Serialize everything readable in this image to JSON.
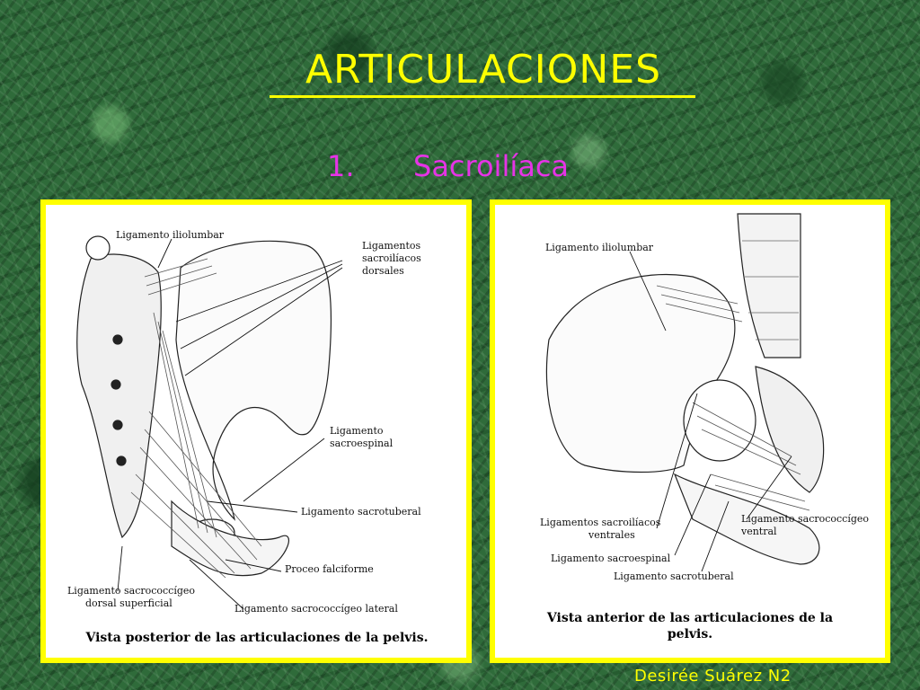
{
  "slide": {
    "title": "ARTICULACIONES",
    "subtitle_number": "1.",
    "subtitle_text": "Sacroilíaca",
    "author": "Desirée Suárez N2"
  },
  "left_figure": {
    "labels": {
      "iliolumbar": "Ligamento iliolumbar",
      "sacroiliacos_dorsales_1": "Ligamentos",
      "sacroiliacos_dorsales_2": "sacroilíacos",
      "sacroiliacos_dorsales_3": "dorsales",
      "sacroespinal_1": "Ligamento",
      "sacroespinal_2": "sacroespinal",
      "sacrotuberal": "Ligamento sacrotuberal",
      "falciforme": "Proceo falciforme",
      "sacrococcigeo_dorsal_1": "Ligamento sacrococcígeo",
      "sacrococcigeo_dorsal_2": "dorsal superficial",
      "sacrococcigeo_lateral": "Ligamento sacrococcígeo lateral"
    },
    "caption": "Vista posterior de las articulaciones de la pelvis."
  },
  "right_figure": {
    "labels": {
      "iliolumbar": "Ligamento iliolumbar",
      "sacroiliacos_ventrales_1": "Ligamentos sacroilíacos",
      "sacroiliacos_ventrales_2": "ventrales",
      "sacroespinal": "Ligamento sacroespinal",
      "sacrotuberal": "Ligamento sacrotuberal",
      "sacrococcigeo_ventral_1": "Ligamento sacrococcígeo",
      "sacrococcigeo_ventral_2": "ventral"
    },
    "caption_line1": "Vista anterior de las articulaciones de la",
    "caption_line2": "pelvis."
  },
  "colors": {
    "title": "#ffff00",
    "subtitle": "#e633e6",
    "panel_border": "#ffff00",
    "background": "#2f6b3a"
  }
}
